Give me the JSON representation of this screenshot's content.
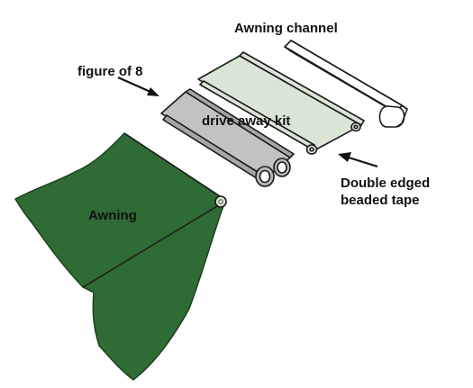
{
  "labels": {
    "channel": "Awning channel",
    "figure8": "figure of 8",
    "drive_away": "drive away kit",
    "tape": "Double edged\nbeaded tape",
    "awning": "Awning"
  },
  "colors": {
    "awning_fill": "#2f6b34",
    "awning_edge": "#1a3d1c",
    "tape_fill": "#d9e6d6",
    "kit_fill": "#b8b8b8",
    "channel_fill": "#ffffff",
    "outline": "#1a1a1a"
  }
}
